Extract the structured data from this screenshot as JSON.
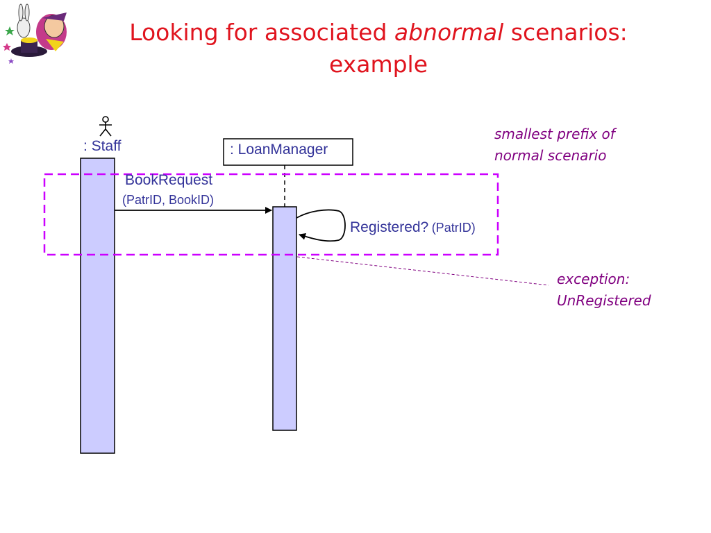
{
  "slide": {
    "title_part1": "Looking for associated ",
    "title_emphasis": "abnormal",
    "title_part2": " scenarios:",
    "title_line2": "example"
  },
  "logo": {
    "icon": "magician-with-rabbit-clipart"
  },
  "diagram": {
    "actor": {
      "label": ": Staff",
      "icon": "stick-figure-actor-icon"
    },
    "object": {
      "label": ": LoanManager"
    },
    "messages": [
      {
        "name": "BookRequest",
        "params": "(PatrID, BookID)"
      },
      {
        "name": "Registered?",
        "params": "(PatrID)"
      }
    ],
    "notes": {
      "prefix_line1": "smallest prefix of",
      "prefix_line2": "normal scenario",
      "exception_line1": "exception:",
      "exception_line2": "UnRegistered"
    },
    "colors": {
      "activation_fill": "#ccccff",
      "highlight_dash": "#cc00ff",
      "note_text": "#800080",
      "label_text": "#333399",
      "title_text": "#e0141e"
    }
  }
}
